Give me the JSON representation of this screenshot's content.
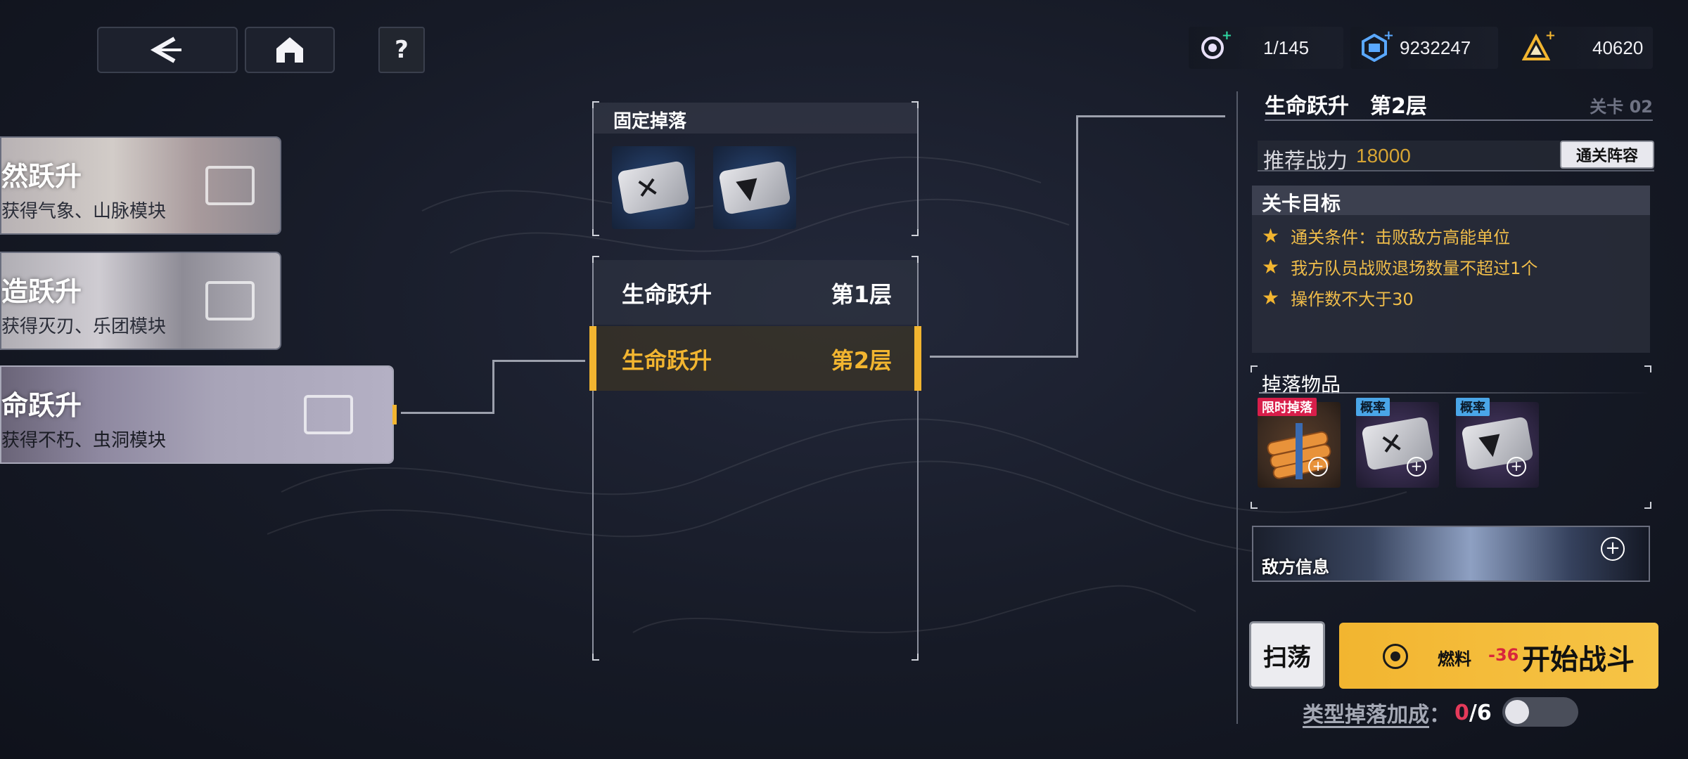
{
  "nav": {
    "back_icon": "back-arrow-icon",
    "home_icon": "home-icon",
    "help_label": "?"
  },
  "resources": [
    {
      "icon": "energy-icon",
      "value": "1/145",
      "color": "#2fd6a0"
    },
    {
      "icon": "crystal-icon",
      "value": "9232247",
      "color": "#5aa8ff"
    },
    {
      "icon": "triangle-currency-icon",
      "value": "40620",
      "color": "#f2b530"
    }
  ],
  "stages": [
    {
      "title": "然跃升",
      "subtitle": "获得气象、山脉模块"
    },
    {
      "title": "造跃升",
      "subtitle": "获得灭刃、乐团模块"
    },
    {
      "title": "命跃升",
      "subtitle": "获得不朽、虫洞模块"
    }
  ],
  "fixed_drop": {
    "title": "固定掉落",
    "items": [
      {
        "icon": "module-chip-x-icon",
        "mark": "✕"
      },
      {
        "icon": "module-chip-v-icon",
        "mark": "▼"
      }
    ]
  },
  "floors": [
    {
      "name": "生命跃升",
      "level": "第1层",
      "selected": false
    },
    {
      "name": "生命跃升",
      "level": "第2层",
      "selected": true
    }
  ],
  "detail": {
    "name": "生命跃升",
    "level": "第2层",
    "stage_code": "关卡 02",
    "power_label": "推荐战力",
    "power_value": "18000",
    "lineup_button": "通关阵容",
    "goal_title": "关卡目标",
    "goals": [
      "通关条件：击败敌方高能单位",
      "我方队员战败退场数量不超过1个",
      "操作数不大于30"
    ],
    "drops_title": "掉落物品",
    "drops": [
      {
        "tag": "限时掉落",
        "tag_color": "#d81e4a",
        "icon": "orange-bundle-icon"
      },
      {
        "tag": "概率",
        "tag_color": "#4aa6e8",
        "icon": "module-chip-x-icon"
      },
      {
        "tag": "概率",
        "tag_color": "#4aa6e8",
        "icon": "module-chip-v-icon"
      }
    ],
    "enemy_label": "敌方信息",
    "sweep_button": "扫荡",
    "fuel_label": "燃料",
    "fuel_cost": "-36",
    "start_button": "开始战斗",
    "bonus_label": "类型掉落加成",
    "bonus_separator": "：",
    "bonus_current": "0",
    "bonus_max": "/6",
    "bonus_toggle_on": false
  },
  "colors": {
    "accent": "#f2b530",
    "background": "#161a26"
  }
}
